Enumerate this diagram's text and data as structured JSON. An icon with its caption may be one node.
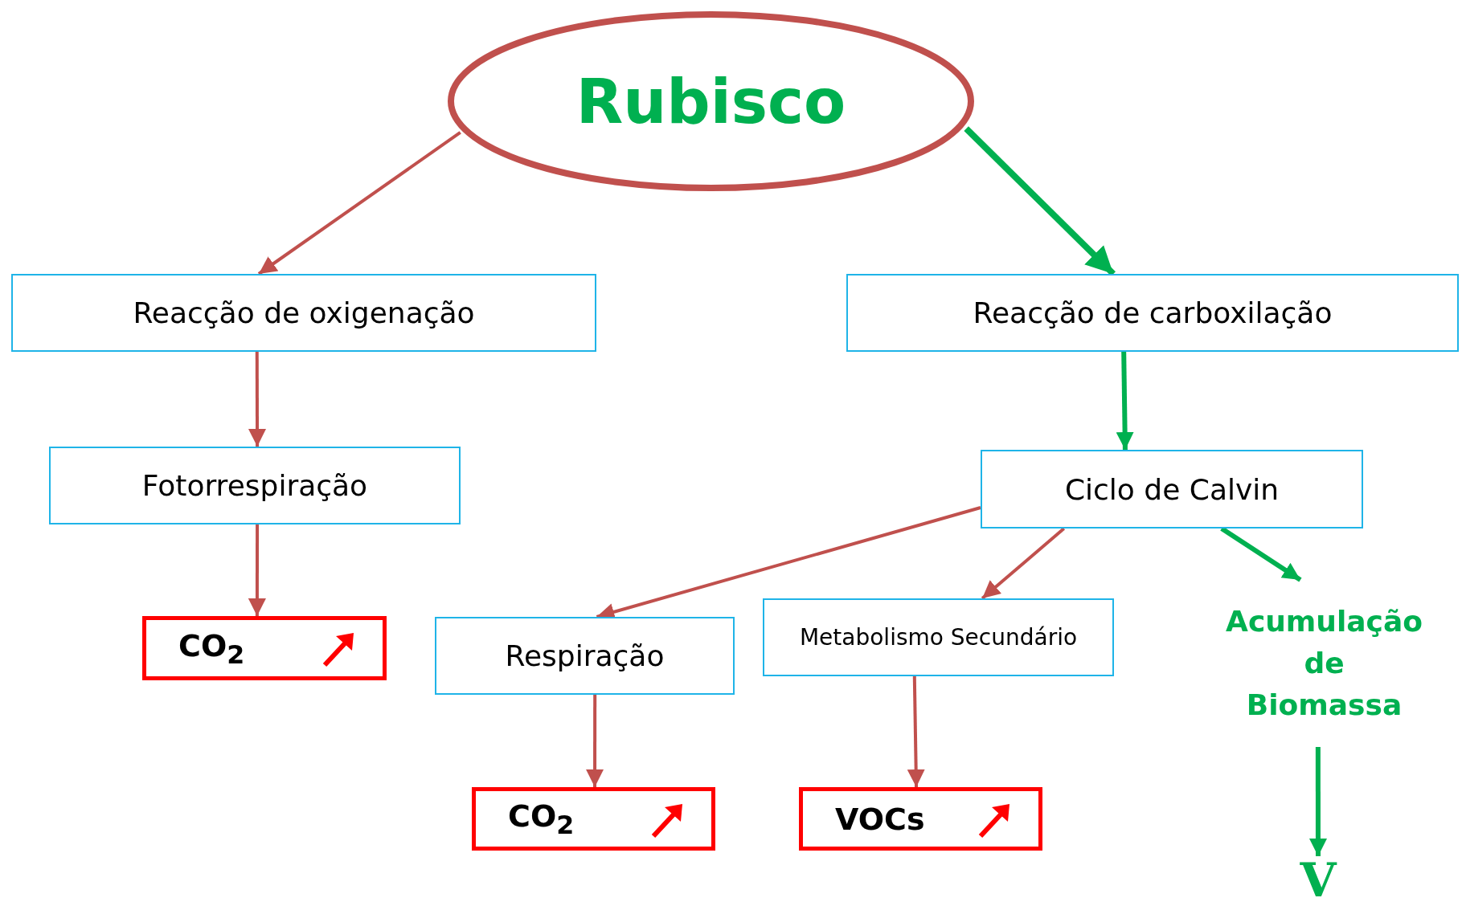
{
  "diagram": {
    "nodes": [
      {
        "text": [
          "Rubisco"
        ]
      },
      {
        "text": [
          "Reacção de oxigenação"
        ]
      },
      {
        "text": [
          "Reacção de carboxilação"
        ]
      },
      {
        "text": [
          "Fotorrespiração"
        ]
      },
      {
        "text": [
          "Ciclo de Calvin"
        ]
      },
      {
        "text": [
          "CO$_{2}$"
        ]
      },
      {
        "text": [
          "Respiração"
        ]
      },
      {
        "text": [
          "Metabolismo Secundário"
        ]
      },
      {
        "text": [
          "Acumulação de Biomassa"
        ]
      },
      {
        "text": [
          "CO$_{2}$"
        ]
      },
      {
        "text": [
          "VOCs"
        ]
      },
      {
        "text": [
          "V"
        ]
      }
    ],
    "edges": [
      {
        "from": 0,
        "to": 1,
        "arrow": "to"
      },
      {
        "from": 0,
        "to": 2,
        "arrow": "to",
        "style": "thick",
        "color": "#00b050"
      },
      {
        "from": 1,
        "to": 3,
        "arrow": "to"
      },
      {
        "from": 2,
        "to": 4,
        "arrow": "to",
        "color": "#00b050"
      },
      {
        "from": 3,
        "to": 5,
        "arrow": "to"
      },
      {
        "from": 4,
        "to": 6,
        "arrow": "to"
      },
      {
        "from": 4,
        "to": 7,
        "arrow": "to"
      },
      {
        "from": 4,
        "to": 8,
        "arrow": "to",
        "color": "#00b050"
      },
      {
        "from": 6,
        "to": 9,
        "arrow": "to"
      },
      {
        "from": 7,
        "to": 10,
        "arrow": "to"
      },
      {
        "from": 8,
        "to": 11,
        "arrow": "to",
        "color": "#00b050"
      }
    ]
  }
}
